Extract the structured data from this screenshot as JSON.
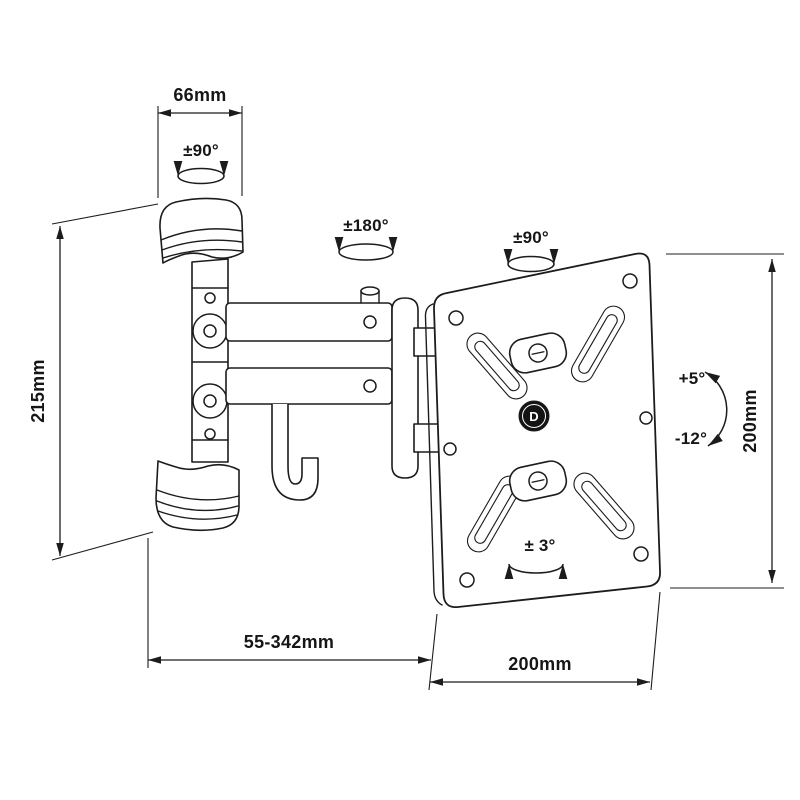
{
  "colors": {
    "background": "#ffffff",
    "ink": "#1c1c1c",
    "logo_fill": "#141414"
  },
  "annotations": {
    "bracket_width": "66mm",
    "wall_swivel": "±90°",
    "elbow_swivel": "±180°",
    "plate_swivel": "±90°",
    "bracket_height": "215mm",
    "plate_height": "200mm",
    "tilt_up": "+5°",
    "tilt_down": "-12°",
    "level_rotation": "± 3°",
    "extension_range": "55-342mm",
    "plate_width": "200mm",
    "logo_letter": "D"
  }
}
